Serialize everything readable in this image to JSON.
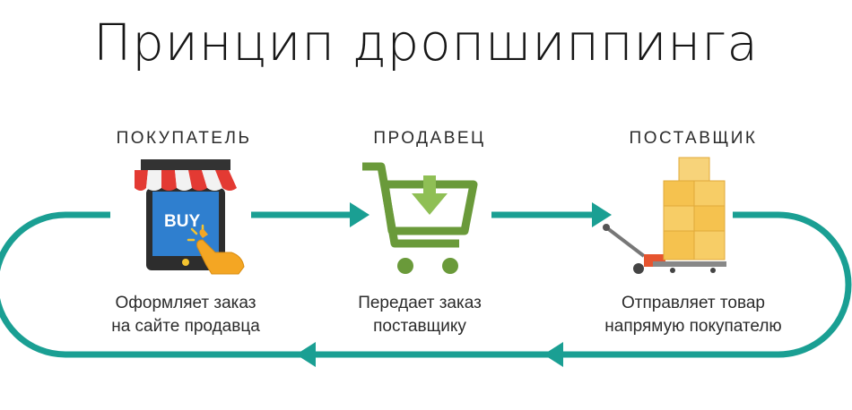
{
  "title": "Принцип дропшиппинга",
  "colors": {
    "teal": "#1a9f93",
    "cart_green": "#6a9a3a",
    "awning_red": "#e33a33",
    "phone_screen": "#2f7fcf",
    "hand": "#f4a623",
    "box": "#f5c24f",
    "pallet": "#e6542f"
  },
  "stages": [
    {
      "role": "ПОКУПАТЕЛЬ",
      "icon": "shop-phone-icon",
      "icon_text": "BUY",
      "desc_line1": "Оформляет заказ",
      "desc_line2": "на сайте продавца"
    },
    {
      "role": "ПРОДАВЕЦ",
      "icon": "shopping-cart-icon",
      "desc_line1": "Передает заказ",
      "desc_line2": "поставщику"
    },
    {
      "role": "ПОСТАВЩИК",
      "icon": "pallet-boxes-icon",
      "desc_line1": "Отправляет товар",
      "desc_line2": "напрямую покупателю"
    }
  ]
}
